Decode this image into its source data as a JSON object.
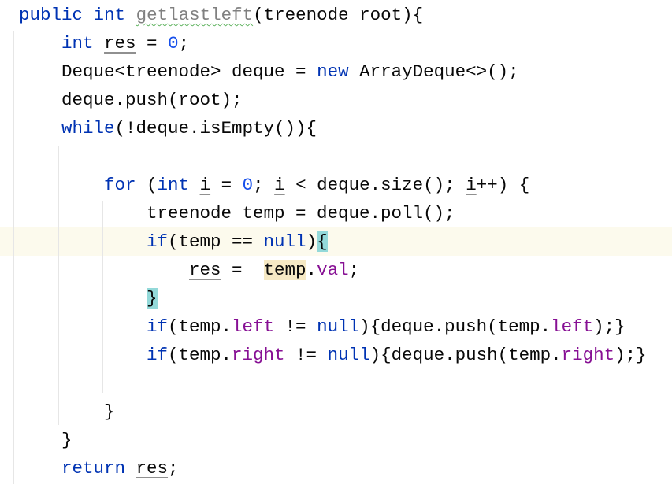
{
  "editor": {
    "current_line": 8,
    "lines": [
      {
        "indent": 0,
        "tokens": [
          {
            "t": "public",
            "c": "kw"
          },
          {
            "t": " "
          },
          {
            "t": "int",
            "c": "kw"
          },
          {
            "t": " "
          },
          {
            "t": "getlastleft",
            "c": "unused"
          },
          {
            "t": "(treenode root){"
          }
        ]
      },
      {
        "indent": 1,
        "tokens": [
          {
            "t": "int",
            "c": "kw"
          },
          {
            "t": " "
          },
          {
            "t": "res",
            "c": "reassigned"
          },
          {
            "t": " = "
          },
          {
            "t": "0",
            "c": "num"
          },
          {
            "t": ";"
          }
        ]
      },
      {
        "indent": 1,
        "tokens": [
          {
            "t": "Deque<treenode> deque = "
          },
          {
            "t": "new",
            "c": "kw"
          },
          {
            "t": " ArrayDeque<>();"
          }
        ]
      },
      {
        "indent": 1,
        "tokens": [
          {
            "t": "deque.push(root);"
          }
        ]
      },
      {
        "indent": 1,
        "tokens": [
          {
            "t": "while",
            "c": "kw"
          },
          {
            "t": "(!deque.isEmpty()){"
          }
        ]
      },
      {
        "indent": 0,
        "tokens": []
      },
      {
        "indent": 2,
        "tokens": [
          {
            "t": "for",
            "c": "kw"
          },
          {
            "t": " ("
          },
          {
            "t": "int",
            "c": "kw"
          },
          {
            "t": " "
          },
          {
            "t": "i",
            "c": "reassigned"
          },
          {
            "t": " = "
          },
          {
            "t": "0",
            "c": "num"
          },
          {
            "t": "; "
          },
          {
            "t": "i",
            "c": "reassigned"
          },
          {
            "t": " < deque.size(); "
          },
          {
            "t": "i",
            "c": "reassigned"
          },
          {
            "t": "++) {"
          }
        ]
      },
      {
        "indent": 3,
        "tokens": [
          {
            "t": "treenode temp = deque.poll();"
          }
        ]
      },
      {
        "indent": 3,
        "tokens": [
          {
            "t": "if",
            "c": "kw"
          },
          {
            "t": "(temp == "
          },
          {
            "t": "null",
            "c": "kw"
          },
          {
            "t": ")"
          },
          {
            "t": "{",
            "c": "match"
          }
        ]
      },
      {
        "indent": 4,
        "tokens": [
          {
            "t": "res",
            "c": "reassigned"
          },
          {
            "t": " =  "
          },
          {
            "t": "temp",
            "c": "ident"
          },
          {
            "t": "."
          },
          {
            "t": "val",
            "c": "fld"
          },
          {
            "t": ";"
          }
        ]
      },
      {
        "indent": 3,
        "tokens": [
          {
            "t": "}",
            "c": "match"
          }
        ]
      },
      {
        "indent": 3,
        "tokens": [
          {
            "t": "if",
            "c": "kw"
          },
          {
            "t": "(temp."
          },
          {
            "t": "left",
            "c": "fld"
          },
          {
            "t": " != "
          },
          {
            "t": "null",
            "c": "kw"
          },
          {
            "t": "){deque.push(temp."
          },
          {
            "t": "left",
            "c": "fld"
          },
          {
            "t": ");}"
          }
        ]
      },
      {
        "indent": 3,
        "tokens": [
          {
            "t": "if",
            "c": "kw"
          },
          {
            "t": "(temp."
          },
          {
            "t": "right",
            "c": "fld"
          },
          {
            "t": " != "
          },
          {
            "t": "null",
            "c": "kw"
          },
          {
            "t": "){deque.push(temp."
          },
          {
            "t": "right",
            "c": "fld"
          },
          {
            "t": ");}"
          }
        ]
      },
      {
        "indent": 0,
        "tokens": []
      },
      {
        "indent": 2,
        "tokens": [
          {
            "t": "}"
          }
        ]
      },
      {
        "indent": 1,
        "tokens": [
          {
            "t": "}"
          }
        ]
      },
      {
        "indent": 1,
        "tokens": [
          {
            "t": "return",
            "c": "kw"
          },
          {
            "t": " "
          },
          {
            "t": "res",
            "c": "reassigned"
          },
          {
            "t": ";"
          }
        ]
      }
    ]
  }
}
